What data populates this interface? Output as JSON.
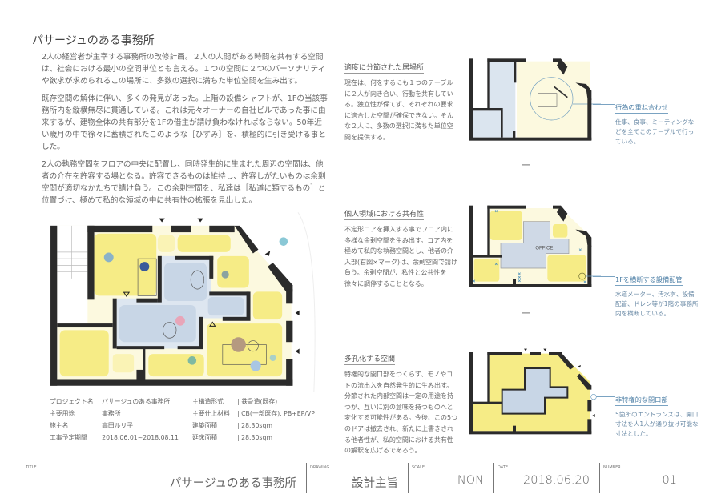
{
  "title": "パサージュのある事務所",
  "intro": [
    "2人の経営者が主宰する事務所の改修計画。２人の人間がある時間を共有する空間は、社会における最小の空間単位とも言える。１つの空間に２つのパーソナリティや欲求が求められるこの場所に、多数の選択に満ちた単位空間を生み出す。",
    "既存空間の解体に伴い、多くの発見があった。上階の設備シャフトが、1Fの当該事務所内を縦横無尽に貫通している。これは元々オーナーの自社ビルであった事に由来するが、建物全体の共有部分を1Fの借主が請け負わなければならない。50年近い歳月の中で徐々に蓄積されたこのような［ひずみ］を、積極的に引き受ける事とした。",
    "2人の執務空間をフロアの中央に配置し、同時発生的に生まれた周辺の空間は、他者の介在を許容する場となる。許容できるものは維持し、許容しがたいものは余剰空間が適切なかたちで請け負う。この余剰空間を、私達は［私道に類するもの］と位置づけ、極めて私的な領域の中に共有性の拡張を見出した。"
  ],
  "sections": [
    {
      "heading": "適度に分節された居場所",
      "body": "現在は、何をするにも１つのテーブルに２人が向き合い、行動を共有している。独立性が保てず、それぞれの要求に適合した空間が確保できない。そんな２人に、多数の選択に満ちた単位空間を提供する。",
      "note_heading": "行為の重ね合わせ",
      "note_body": "仕事、食事、ミーティングなどを全てこのテーブルで行っている。"
    },
    {
      "heading": "個人領域における共有性",
      "body": "不定形コアを挿入する事でフロア内に多様な余剰空間を生み出す。コア内を極めて私的な執務空間とし、他者の介入部(右図×マーク)は、余剰空間で請け負う。余剰空間が、私性と公共性を徐々に調停することとなる。",
      "note_heading": "1Fを横断する設備配管",
      "note_body": "水道メーター、汚水桝、設備配管、ドレン等が1階の事務所内を横断している。",
      "diagram_label": "OFFICE"
    },
    {
      "heading": "多孔化する空間",
      "body": "特権的な開口部をつくらず、モノやコトの流出入を自然発生的に生み出す。分節された内部空間は一定の用途を持つが、互いに別の意味を持つものへと変化する可能性がある。今後、この5つのドアは撤去され、新たに上書きされる他者性が、私的空間における共有性の解釈を広げるであろう。",
      "note_heading": "非特権的な開口部",
      "note_body": "5箇所のエントランスは、開口寸法を人1人が通り抜け可能な寸法とした。"
    }
  ],
  "project_table": [
    {
      "label": "プロジェクト名",
      "value": "| パサージュのある事務所",
      "label2": "主構造形式",
      "value2": "| 鉄骨造(既存)"
    },
    {
      "label": "主要用途",
      "value": "| 事務所",
      "label2": "主要仕上材料",
      "value2": "| CB(一部既存), PB+EP/VP"
    },
    {
      "label": "施主名",
      "value": "| 高田ルリ子",
      "label2": "建築面積",
      "value2": "| 28.30sqm"
    },
    {
      "label": "工事予定期間",
      "value": "| 2018.06.01~2018.08.11",
      "label2": "延床面積",
      "value2": "| 28.30sqm"
    }
  ],
  "footer": {
    "title_label": "TITLE",
    "title": "パサージュのある事務所",
    "drawing_label": "DRAWING",
    "drawing": "設計主旨",
    "scale_label": "SCALE",
    "scale": "NON",
    "date_label": "DATE",
    "date": "2018.06.20",
    "number_label": "NUMBER",
    "number": "01"
  },
  "colors": {
    "wall": "#2b2b2b",
    "floor": "#fcf9df",
    "yellow": "#f6ec86",
    "core": "#c8d6e6",
    "core_inner": "#b3c7de",
    "annotation": "#4d7fa6"
  }
}
